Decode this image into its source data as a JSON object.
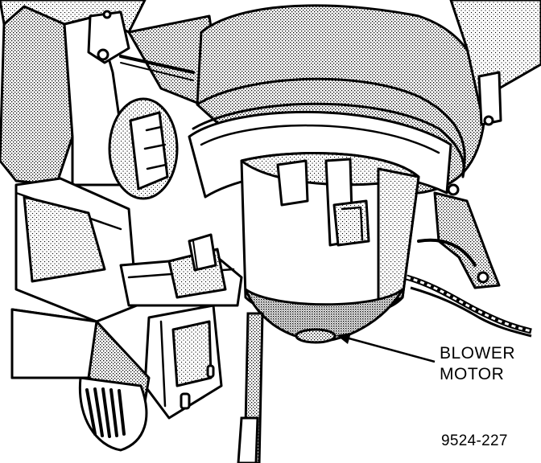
{
  "diagram": {
    "callout": {
      "line1": "BLOWER",
      "line2": "MOTOR"
    },
    "figure_number": "9524-227"
  },
  "colors": {
    "ink": "#000000",
    "paper": "#ffffff"
  }
}
